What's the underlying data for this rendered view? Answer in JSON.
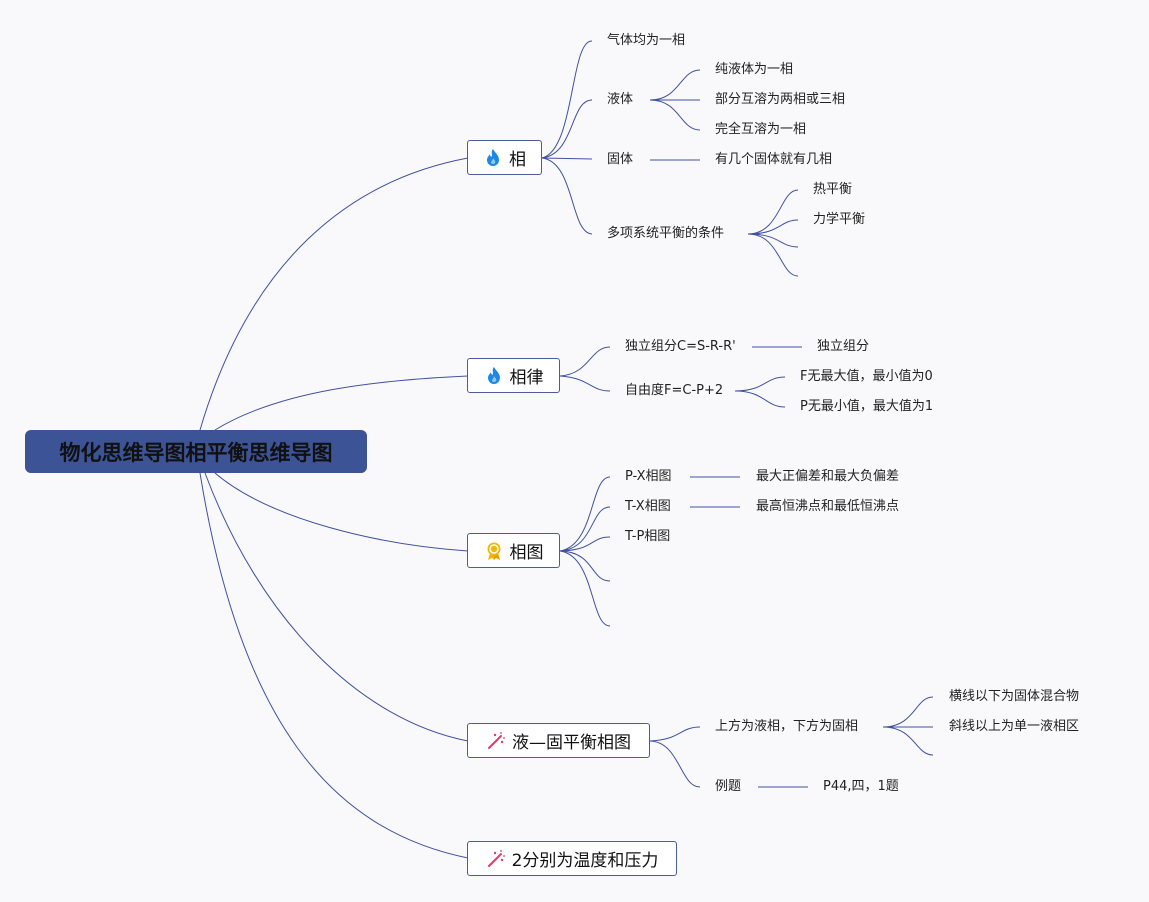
{
  "root": {
    "title": "物化思维导图相平衡思维导图"
  },
  "branches": {
    "b1": {
      "label": "相",
      "icon": "fire-icon",
      "children": {
        "gas": "气体均为一相",
        "liquid": "液体",
        "liquid_children": [
          "纯液体为一相",
          "部分互溶为两相或三相",
          "完全互溶为一相"
        ],
        "solid": "固体",
        "solid_child": "有几个固体就有几相",
        "equilibrium": "多项系统平衡的条件",
        "equilibrium_children": [
          "热平衡",
          "力学平衡",
          "",
          ""
        ]
      }
    },
    "b2": {
      "label": "相律",
      "icon": "fire-icon",
      "children": {
        "components": "独立组分C=S-R-R'",
        "components_child": "独立组分",
        "freedom": "自由度F=C-P+2",
        "freedom_children": [
          "F无最大值，最小值为0",
          "P无最小值，最大值为1"
        ]
      }
    },
    "b3": {
      "label": "相图",
      "icon": "medal-icon",
      "children": {
        "px": "P-X相图",
        "px_child": "最大正偏差和最大负偏差",
        "tx": "T-X相图",
        "tx_child": "最高恒沸点和最低恒沸点",
        "tp": "T-P相图",
        "blank1": "",
        "blank2": ""
      }
    },
    "b4": {
      "label": "液—固平衡相图",
      "icon": "magic-wand-icon",
      "children": {
        "upper": "上方为液相，下方为固相",
        "upper_children": [
          "横线以下为固体混合物",
          "斜线以上为单一液相区",
          ""
        ],
        "example": "例题",
        "example_child": "P44,四，1题"
      }
    },
    "b5": {
      "label": "2分别为温度和压力",
      "icon": "magic-wand-icon"
    }
  },
  "colors": {
    "root_fill": "#3c5396",
    "link": "#3f51a0",
    "topic_border": "#4a5d9a",
    "fire": "#1e88e5",
    "medal": "#f2b705",
    "wand": "#e23b6a"
  }
}
